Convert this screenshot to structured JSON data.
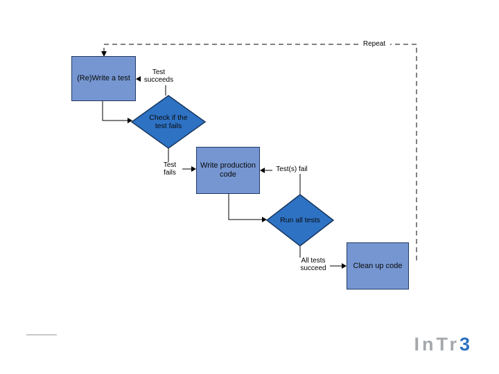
{
  "flowchart": {
    "nodes": [
      {
        "label": "(Re)Write a test"
      },
      {
        "label": "Check if the test fails"
      },
      {
        "label": "Write production code"
      },
      {
        "label": "Run all tests"
      },
      {
        "label": "Clean up code"
      }
    ],
    "edges": {
      "test_succeeds": "Test succeeds",
      "test_fails": "Test fails",
      "tests_fail": "Test(s) fail",
      "all_tests_succeed": "All tests succeed",
      "repeat": "Repeat"
    },
    "colors": {
      "rect_fill": "#7596D1",
      "rect_border": "#1F3864",
      "diamond_fill": "#2E72C4",
      "diamond_border": "#17365D",
      "connector": "#000000",
      "label_text": "#000000"
    }
  },
  "footer": {
    "logo_gray": "InTr",
    "logo_blue": "3",
    "logo_gray_color": "#A5A8AB",
    "logo_blue_color": "#2C70C2",
    "divider_color": "#999999"
  }
}
